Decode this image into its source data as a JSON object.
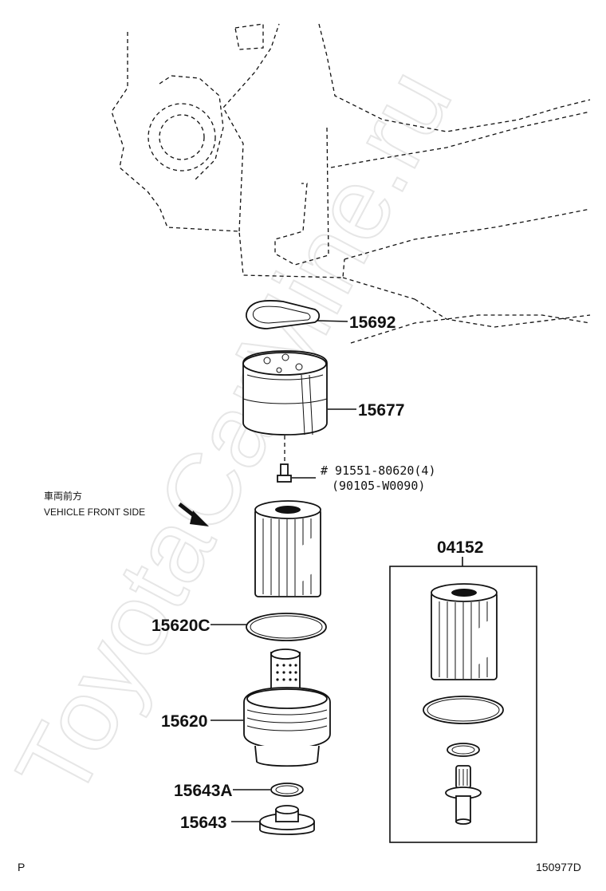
{
  "watermark": "ToyotaCarMine.ru",
  "direction_note": {
    "line1": "車両前方",
    "line2": "VEHICLE FRONT SIDE"
  },
  "callouts": {
    "gasket": "15692",
    "housing": "15677",
    "bolt_line1": "#  91551-80620(4)",
    "bolt_line2": "(90105-W0090)",
    "kit": "04152",
    "o_ring": "15620C",
    "filter_cap": "15620",
    "gasket_small": "15643A",
    "drain_plug": "15643"
  },
  "footer": {
    "left": "P",
    "right": "150977D"
  }
}
